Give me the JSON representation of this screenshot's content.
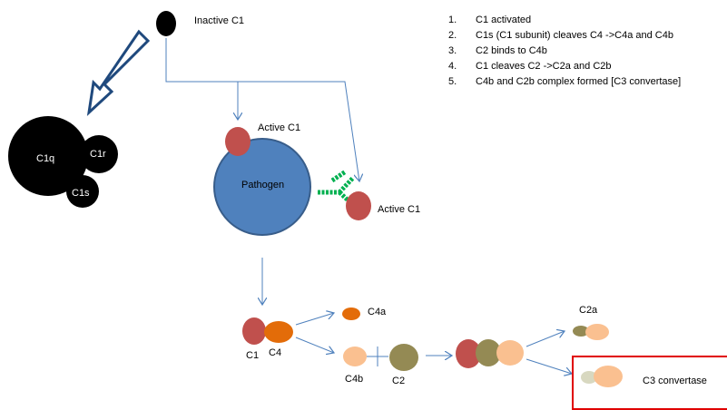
{
  "labels": {
    "inactive_c1": "Inactive C1",
    "c1q": "C1q",
    "c1r": "C1r",
    "c1s": "C1s",
    "active_c1_top": "Active C1",
    "active_c1_right": "Active C1",
    "pathogen": "Pathogen",
    "c4a": "C4a",
    "c1": "C1",
    "c4": "C4",
    "c4b": "C4b",
    "c2": "C2",
    "c2a": "C2a",
    "c3_convertase": "C3 convertase"
  },
  "steps": [
    {
      "num": "1.",
      "text": "C1 activated"
    },
    {
      "num": "2.",
      "text": "C1s (C1 subunit) cleaves C4  ->C4a and C4b"
    },
    {
      "num": "3.",
      "text": "C2 binds to C4b"
    },
    {
      "num": "4.",
      "text": "C1 cleaves C2  ->C2a and C2b"
    },
    {
      "num": "5.",
      "text": "C4b and C2b complex formed [C3 convertase]"
    }
  ],
  "colors": {
    "arrow": "#4f81bd",
    "c1_red": "#c0504d",
    "c4_orange": "#e36c09",
    "pathogen_blue": "#4f81bd",
    "c4b_peach": "#fac090",
    "c2_olive": "#948a54",
    "antibody_green": "#00b050",
    "c2b_pale": "#d8d8c0",
    "highlight_red": "#e00000"
  }
}
